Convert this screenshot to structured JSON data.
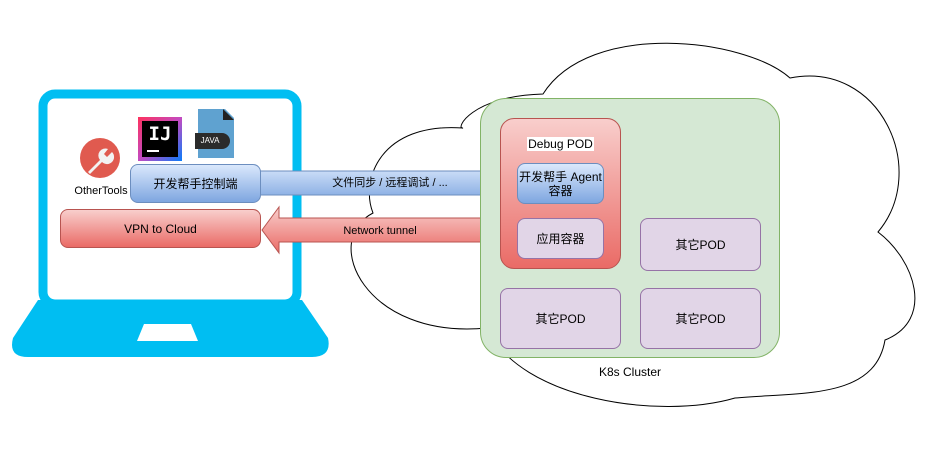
{
  "laptop": {
    "tools": {
      "other_tools_label": "OtherTools",
      "intellij_label": "IJ",
      "java_label": "JAVA"
    },
    "control_client_label": "开发帮手控制端",
    "vpn_label": "VPN to Cloud"
  },
  "connections": {
    "sync_arrow_label": "文件同步 / 远程调试 / ...",
    "tunnel_arrow_label": "Network tunnel"
  },
  "cluster": {
    "label": "K8s Cluster",
    "debug_pod": {
      "title": "Debug POD",
      "agent_container_label": "开发帮手 Agent 容器",
      "app_container_label": "应用容器"
    },
    "other_pods": [
      "其它POD",
      "其它POD",
      "其它POD"
    ]
  },
  "colors": {
    "laptop": "#00bef2",
    "cluster_fill": "#d5e8d4",
    "cluster_stroke": "#82b366",
    "blue_fill_top": "#dae8fc",
    "blue_fill_bottom": "#7ea6e0",
    "red_fill_top": "#f8cecc",
    "red_fill_bottom": "#ea6b66",
    "pod_fill": "#e1d5e7",
    "pod_stroke": "#9673a6"
  }
}
